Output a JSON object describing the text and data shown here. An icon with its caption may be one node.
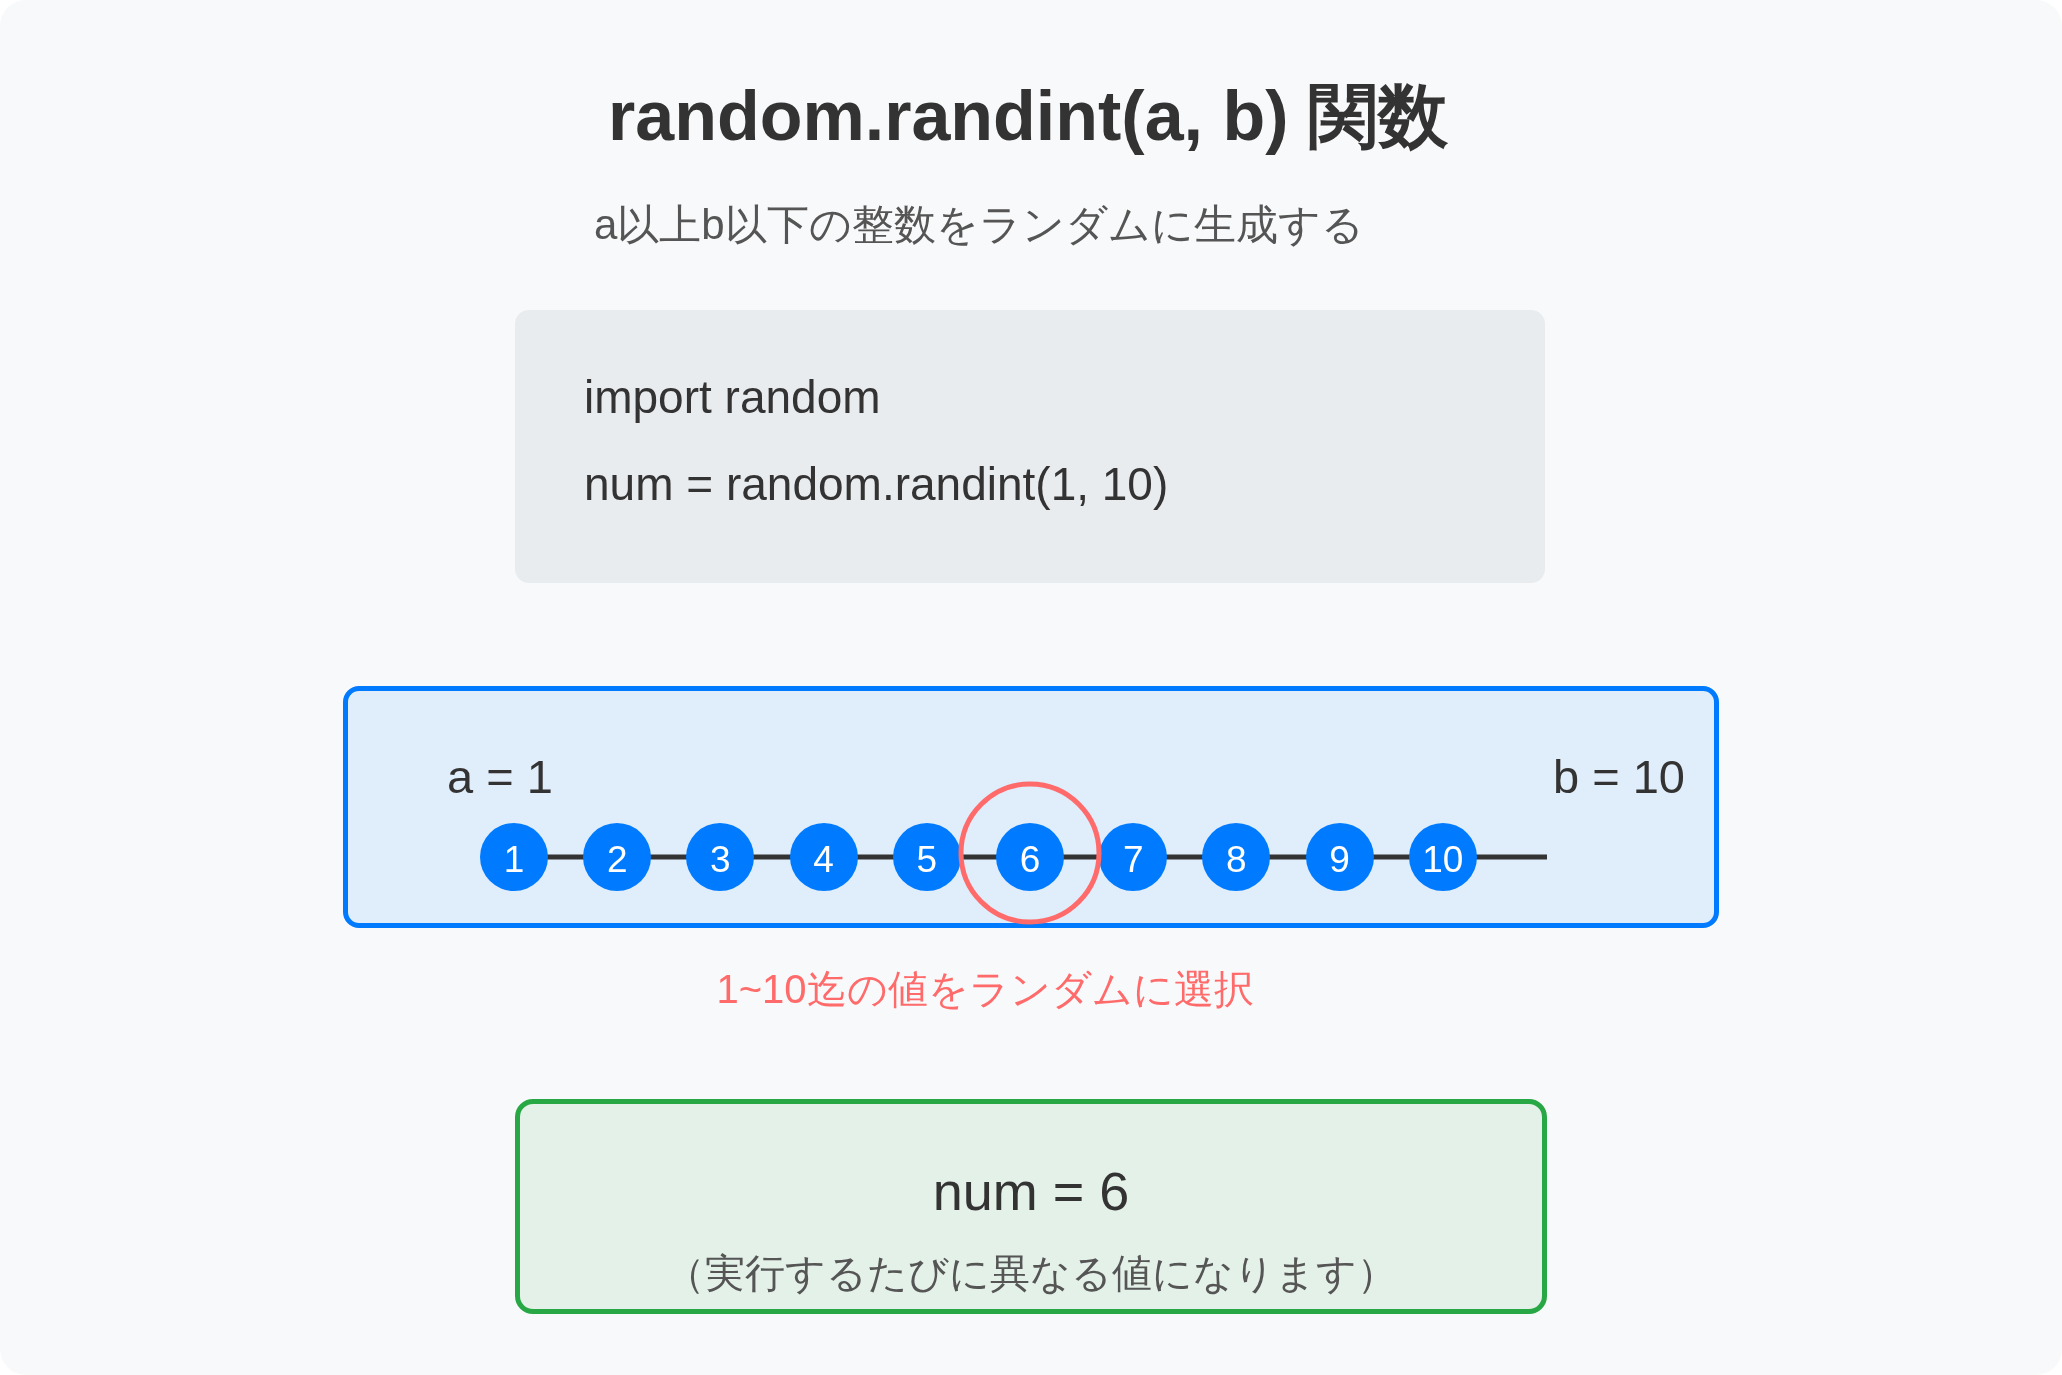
{
  "diagram": {
    "title": "random.randint(a, b) 関数",
    "nodes": [
      {
        "text": [
          "import random",
          "num = random.randint(1, 10)"
        ]
      },
      {
        "text": [
          "a = 1",
          "b = 10"
        ],
        "beside": [
          "1~10迄の値をランダムに選択"
        ]
      },
      {
        "text": [
          "1"
        ],
        "in": 1
      },
      {
        "text": [
          "2"
        ],
        "in": 1
      },
      {
        "text": [
          "3"
        ],
        "in": 1
      },
      {
        "text": [
          "4"
        ],
        "in": 1
      },
      {
        "text": [
          "5"
        ],
        "in": 1
      },
      {
        "text": [
          "6"
        ],
        "in": 1
      },
      {
        "text": [
          "7"
        ],
        "in": 1
      },
      {
        "text": [
          "8"
        ],
        "in": 1
      },
      {
        "text": [
          "9"
        ],
        "in": 1
      },
      {
        "text": [
          "10"
        ],
        "in": 1
      },
      {
        "text": [
          "num = 6",
          "（実行するたびに異なる値になります）"
        ]
      }
    ],
    "labels": [
      "a以上b以下の整数をランダムに生成する"
    ]
  }
}
